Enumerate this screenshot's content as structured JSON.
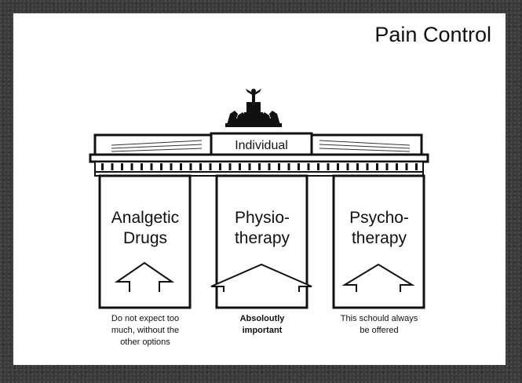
{
  "slide": {
    "title": "Pain Control"
  },
  "gate": {
    "top_label": "Individual",
    "pillars": [
      {
        "line1": "Analgetic",
        "line2": "Drugs",
        "caption": [
          "Do not expect too",
          "much, without the",
          "other options"
        ]
      },
      {
        "line1": "Physio-",
        "line2": "therapy",
        "caption": [
          "Absoloutly",
          "important"
        ]
      },
      {
        "line1": "Psycho-",
        "line2": "therapy",
        "caption": [
          "This schould always",
          "be offered"
        ]
      }
    ]
  }
}
